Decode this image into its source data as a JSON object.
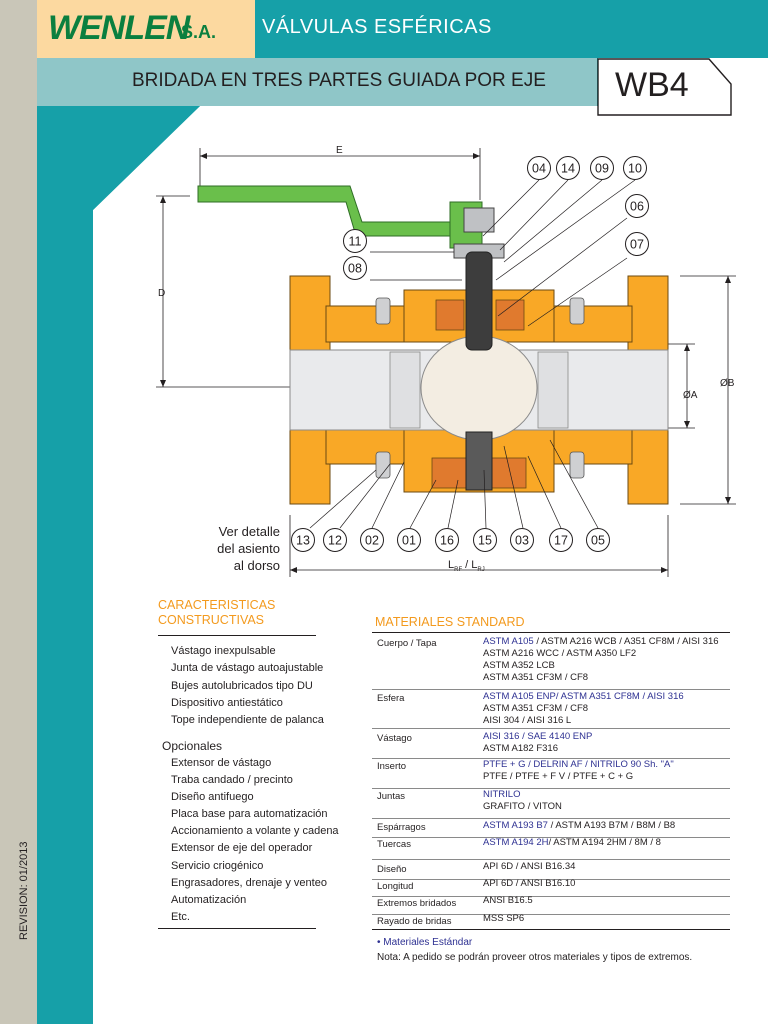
{
  "header": {
    "brand": "WENLEN",
    "brand_suffix": "S.A.",
    "title": "VÁLVULAS ESFÉRICAS",
    "subtitle": "BRIDADA EN TRES PARTES GUIADA POR EJE",
    "model": "WB4"
  },
  "revision": "REVISION: 01/2013",
  "drawing": {
    "dimensions": {
      "e": "E",
      "d": "D",
      "a": "ØA",
      "b": "ØB",
      "l_main": "L",
      "l_rf": "RF",
      "l_sep": " / L",
      "l_rj": "RJ"
    },
    "callouts": [
      "04",
      "14",
      "09",
      "10",
      "06",
      "11",
      "07",
      "08",
      "13",
      "12",
      "02",
      "01",
      "16",
      "15",
      "03",
      "17",
      "05"
    ],
    "detail_note": [
      "Ver detalle",
      "del asiento",
      "al dorso"
    ],
    "colors": {
      "body": "#f9a826",
      "handle": "#6abf4b",
      "stem": "#3d3d3d",
      "seat": "#e07a2e"
    }
  },
  "characteristics": {
    "title_line1": "CARACTERISTICAS",
    "title_line2": "CONSTRUCTIVAS",
    "items": [
      "Vástago inexpulsable",
      "Junta de vástago autoajustable",
      "Bujes autolubricados tipo DU",
      "Dispositivo antiestático",
      "Tope independiente de palanca"
    ]
  },
  "optionals": {
    "title": "Opcionales",
    "items": [
      "Extensor de vástago",
      "Traba candado / precinto",
      "Diseño antifuego",
      "Placa base para automatización",
      "Accionamiento a volante y cadena",
      "Extensor de eje del operador",
      "Servicio criogénico",
      "Engrasadores, drenaje y venteo",
      "Automatización",
      "Etc."
    ]
  },
  "materials": {
    "title": "MATERIALES STANDARD",
    "rows": [
      {
        "label": "Cuerpo / Tapa",
        "std": "ASTM A105",
        "rest": " / ASTM A216 WCB / A351 CF8M / AISI 316",
        "extra": [
          "ASTM A216 WCC / ASTM A350 LF2",
          "ASTM A352 LCB",
          "ASTM A351 CF3M / CF8"
        ]
      },
      {
        "label": "Esfera",
        "std": "ASTM A105 ENP/ ASTM A351 CF8M / AISI 316",
        "rest": "",
        "extra": [
          "ASTM A351 CF3M / CF8",
          "AISI 304 / AISI 316 L"
        ]
      },
      {
        "label": "Vástago",
        "std": "AISI 316 / SAE 4140 ENP",
        "rest": "",
        "extra": [
          "ASTM A182 F316"
        ]
      },
      {
        "label": "Inserto",
        "std": "PTFE + G / DELRIN AF / NITRILO 90 Sh. \"A\"",
        "rest": "",
        "extra": [
          "PTFE / PTFE + F V / PTFE + C + G"
        ]
      },
      {
        "label": "Juntas",
        "std": "NITRILO",
        "rest": "",
        "extra": [
          "GRAFITO / VITON"
        ]
      },
      {
        "label": "Espárragos",
        "std": "ASTM A193 B7",
        "rest": " / ASTM A193 B7M / B8M / B8",
        "extra": []
      },
      {
        "label": "Tuercas",
        "std": "ASTM A194 2H",
        "rest": "/ ASTM A194 2HM / 8M / 8",
        "extra": []
      },
      {
        "label": "Diseño",
        "std": "",
        "rest": "API 6D / ANSI B16.34",
        "extra": []
      },
      {
        "label": "Longitud",
        "std": "",
        "rest": "API 6D / ANSI B16.10",
        "extra": []
      },
      {
        "label": "Extremos bridados",
        "std": "",
        "rest": "ANSI B16.5",
        "extra": []
      },
      {
        "label": "Rayado de bridas",
        "std": "",
        "rest": "MSS SP6",
        "extra": []
      }
    ],
    "footnote_title": "• Materiales Estándar",
    "footnote_text": "Nota: A pedido se podrán proveer otros materiales y tipos de extremos."
  }
}
